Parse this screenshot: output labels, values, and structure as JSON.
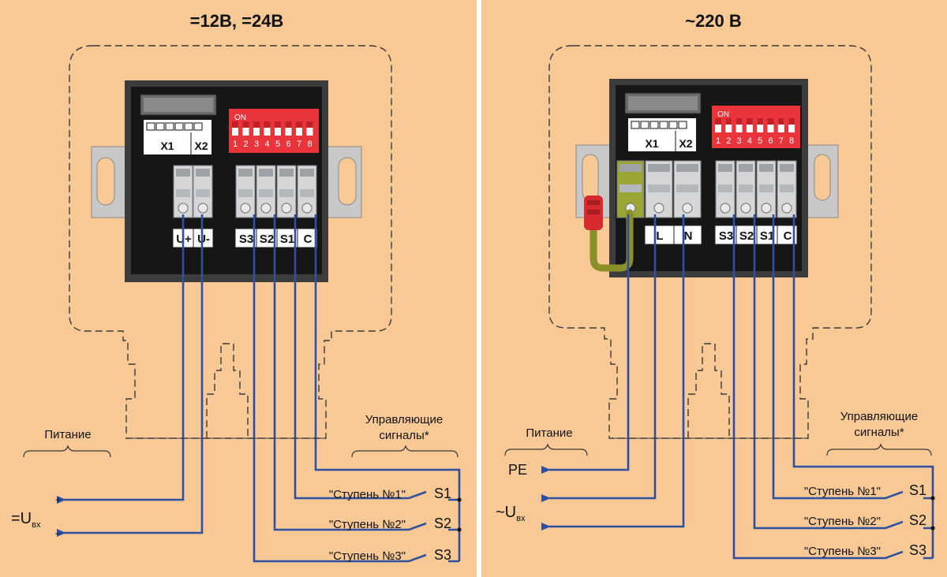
{
  "colors": {
    "background": "#f8c994",
    "divider": "#ffffff",
    "wire": "#2f4fa0",
    "housing_outline": "#3a3a3a",
    "board": "#161616",
    "dip_switch": "#e8343a",
    "terminal": "#d4d6d8",
    "pe_terminal": "#9aa534",
    "pe_wire": "#8a8f2a",
    "pe_ferrule": "#d62a2f",
    "text": "#111111"
  },
  "left": {
    "title": "=12В, =24В",
    "connector_labels": [
      "X1",
      "X2"
    ],
    "dip": {
      "on_label": "ON",
      "numbers": [
        "1",
        "2",
        "3",
        "4",
        "5",
        "6",
        "7",
        "8"
      ]
    },
    "terminal_labels_power": [
      "U+",
      "U-"
    ],
    "terminal_labels_signal": [
      "S3",
      "S2",
      "S1",
      "C"
    ],
    "power_heading": "Питание",
    "signals_heading_line1": "Управляющие",
    "signals_heading_line2": "сигналы*",
    "input_main": "=U",
    "input_sub": "вх",
    "plus_sign": "+",
    "minus_sign": "–",
    "steps": [
      {
        "label": "\"Ступень №1\"",
        "switch": "S1"
      },
      {
        "label": "\"Ступень №2\"",
        "switch": "S2"
      },
      {
        "label": "\"Ступень №3\"",
        "switch": "S3"
      }
    ]
  },
  "right": {
    "title": "~220 В",
    "connector_labels": [
      "X1",
      "X2"
    ],
    "dip": {
      "on_label": "ON",
      "numbers": [
        "1",
        "2",
        "3",
        "4",
        "5",
        "6",
        "7",
        "8"
      ]
    },
    "terminal_labels_power": [
      "L",
      "N"
    ],
    "terminal_labels_signal": [
      "S3",
      "S2",
      "S1",
      "C"
    ],
    "power_heading": "Питание",
    "signals_heading_line1": "Управляющие",
    "signals_heading_line2": "сигналы*",
    "pe_label": "PE",
    "input_main": "~U",
    "input_sub": "вх",
    "steps": [
      {
        "label": "\"Ступень №1\"",
        "switch": "S1"
      },
      {
        "label": "\"Ступень №2\"",
        "switch": "S2"
      },
      {
        "label": "\"Ступень №3\"",
        "switch": "S3"
      }
    ]
  }
}
